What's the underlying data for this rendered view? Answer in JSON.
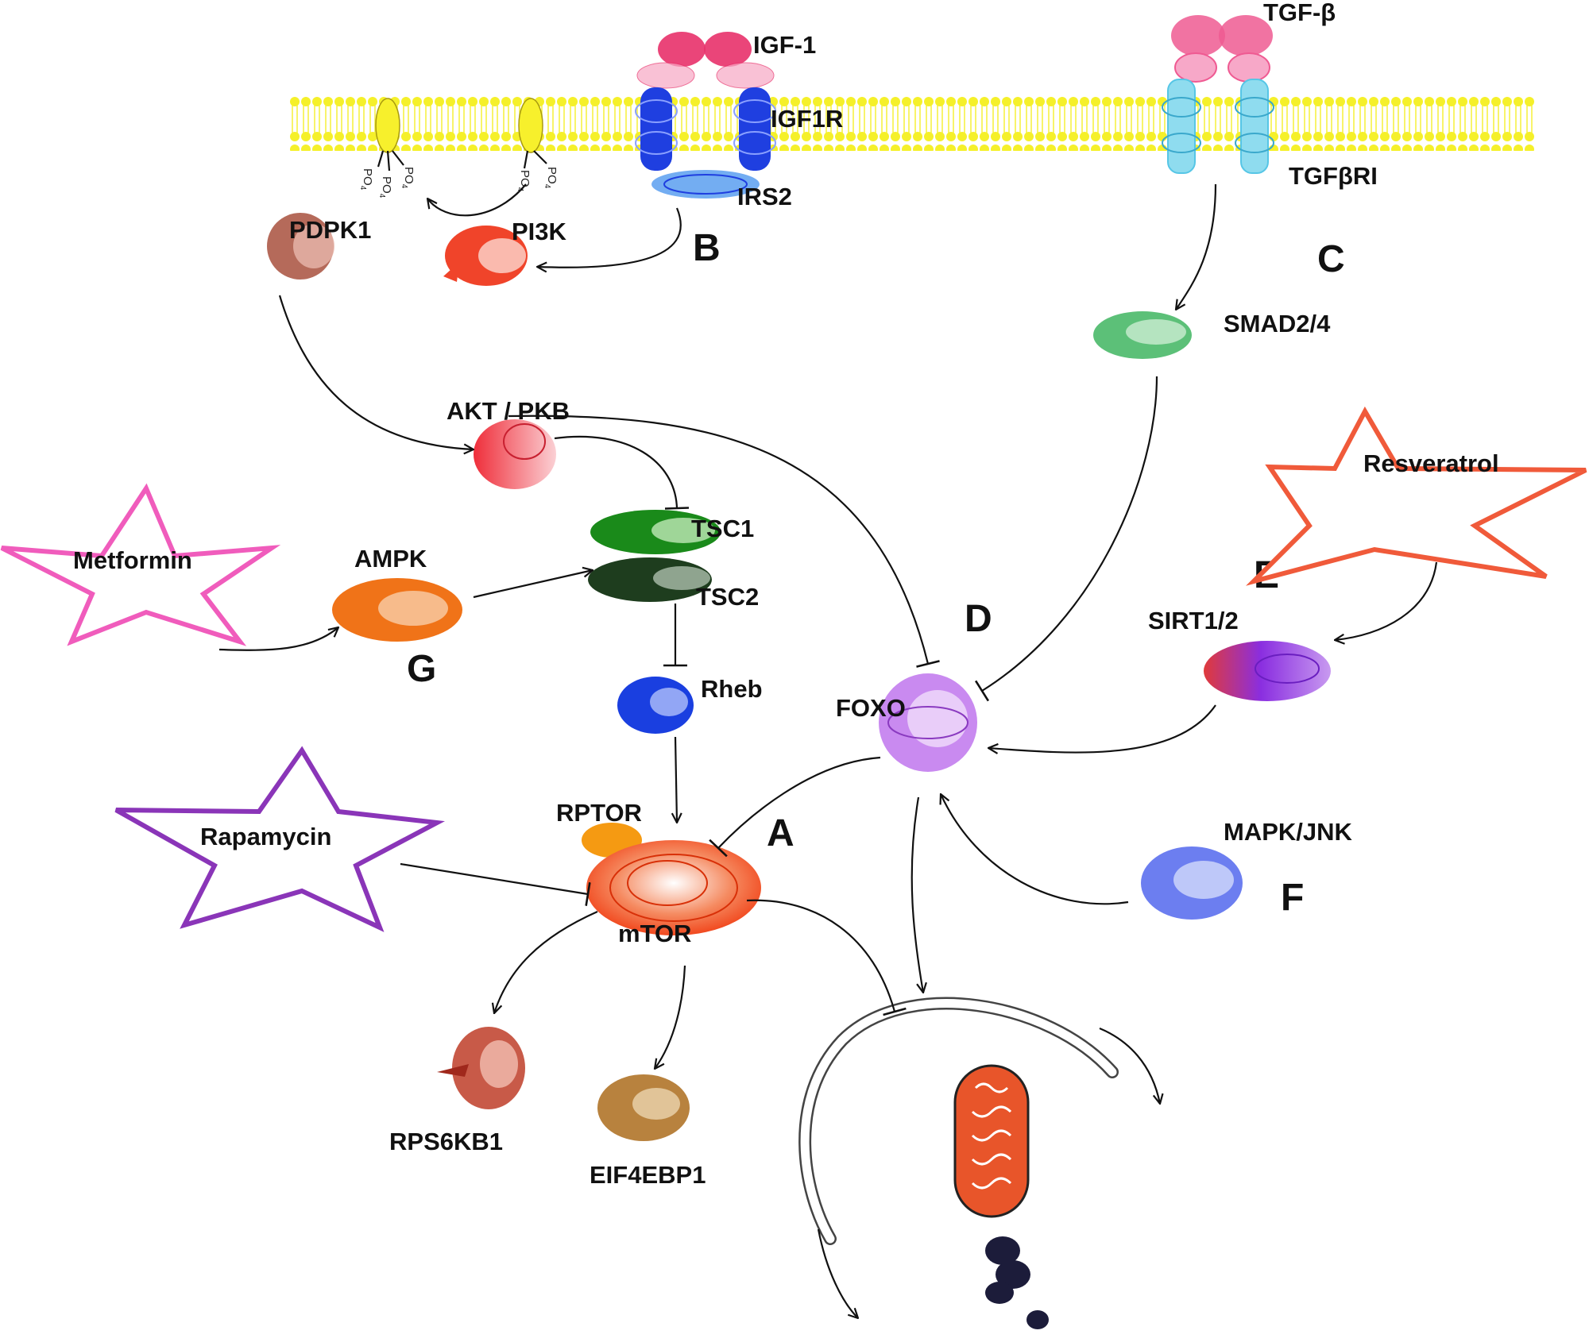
{
  "colors": {
    "membrane": "#f5f02a",
    "igf1": "#e8316a",
    "igf1r": "#1f3fe0",
    "irs2": "#2f7be8",
    "tgfb": "#ef5a92",
    "tgfbri": "#56c6e6",
    "pdpk1": "#b56a5a",
    "pi3k": "#f0442a",
    "smad": "#5cc078",
    "akt": "#ef2e3a",
    "tsc1": "#1a8a1a",
    "tsc2": "#1e3d1e",
    "ampk": "#f07318",
    "rheb": "#1a3fe0",
    "foxo": "#b45ae8",
    "sirt": "#8a2ee0",
    "mapk": "#5c6ee8",
    "mtor": "#f04418",
    "rptor": "#f59a12",
    "rps6kb1": "#b53a2a",
    "eif4ebp1": "#b8823e",
    "mito": "#e8552a",
    "metformin_star": "#f05cbc",
    "resveratrol_star": "#f05a3a",
    "rapamycin_star": "#8a35b8"
  },
  "labels": {
    "igf1": "IGF-1",
    "igf1r": "IGF1R",
    "irs2": "IRS2",
    "tgfb": "TGF-β",
    "tgfbri": "TGFβRI",
    "pdpk1": "PDPK1",
    "pi3k": "PI3K",
    "smad": "SMAD2/4",
    "akt": "AKT / PKB",
    "tsc1": "TSC1",
    "tsc2": "TSC2",
    "ampk": "AMPK",
    "rheb": "Rheb",
    "foxo": "FOXO",
    "sirt": "SIRT1/2",
    "mapk": "MAPK/JNK",
    "rptor": "RPTOR",
    "mtor": "mTOR",
    "rps6kb1": "RPS6KB1",
    "eif4ebp1": "EIF4EBP1",
    "po4": "PO",
    "po4_sub": "4"
  },
  "drugs": {
    "metformin": "Metformin",
    "resveratrol": "Resveratrol",
    "rapamycin": "Rapamycin"
  },
  "panels": {
    "a": "A",
    "b": "B",
    "c": "C",
    "d": "D",
    "e": "E",
    "f": "F",
    "g": "G"
  }
}
